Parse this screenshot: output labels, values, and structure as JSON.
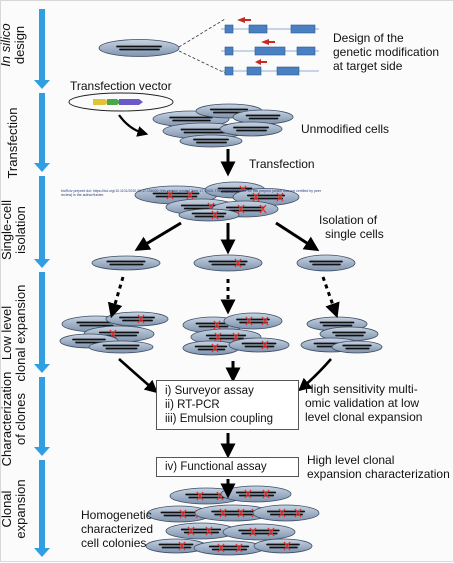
{
  "stages": [
    {
      "lines": [
        "In silico",
        "design"
      ],
      "italic_first": true
    },
    {
      "lines": [
        "Transfection"
      ]
    },
    {
      "lines": [
        "Single-cell",
        "isolation"
      ]
    },
    {
      "lines": [
        "Low level",
        "clonal expansion"
      ]
    },
    {
      "lines": [
        "Characterization",
        "of clones"
      ]
    },
    {
      "lines": [
        "Clonal",
        "expansion"
      ]
    }
  ],
  "labels": {
    "design": [
      "Design of the",
      "genetic modification",
      "at target side"
    ],
    "vector": "Transfection vector",
    "unmodified": "Unmodified cells",
    "transfection": "Transfection",
    "isolation": [
      "Isolation of",
      "single cells"
    ],
    "validation": [
      "High sensitivity multi-",
      "omic validation at low",
      "level clonal expansion"
    ],
    "characterization": [
      "High level clonal",
      "expansion characterization"
    ],
    "colonies": [
      "Homogenetic",
      "characterized",
      "cell colonies"
    ]
  },
  "assays": [
    "i) Surveyor assay",
    "ii) RT-PCR",
    "iii) Emulsion coupling"
  ],
  "functional": "iv) Functional assay",
  "overlay_text": "bioRxiv preprint doi: https://doi.org/10.1101/2020.06.17.156000; this version posted June 17, 2020. The copyright holder for this preprint (which was not certified by peer review) is the author/funder.",
  "colors": {
    "stage_arrow": "#2f9fe2",
    "cell_fill": "#9fb0c6",
    "cell_stroke": "#3d4d63",
    "marker": "#e8302a",
    "gene_box": "#4a7fc1"
  }
}
